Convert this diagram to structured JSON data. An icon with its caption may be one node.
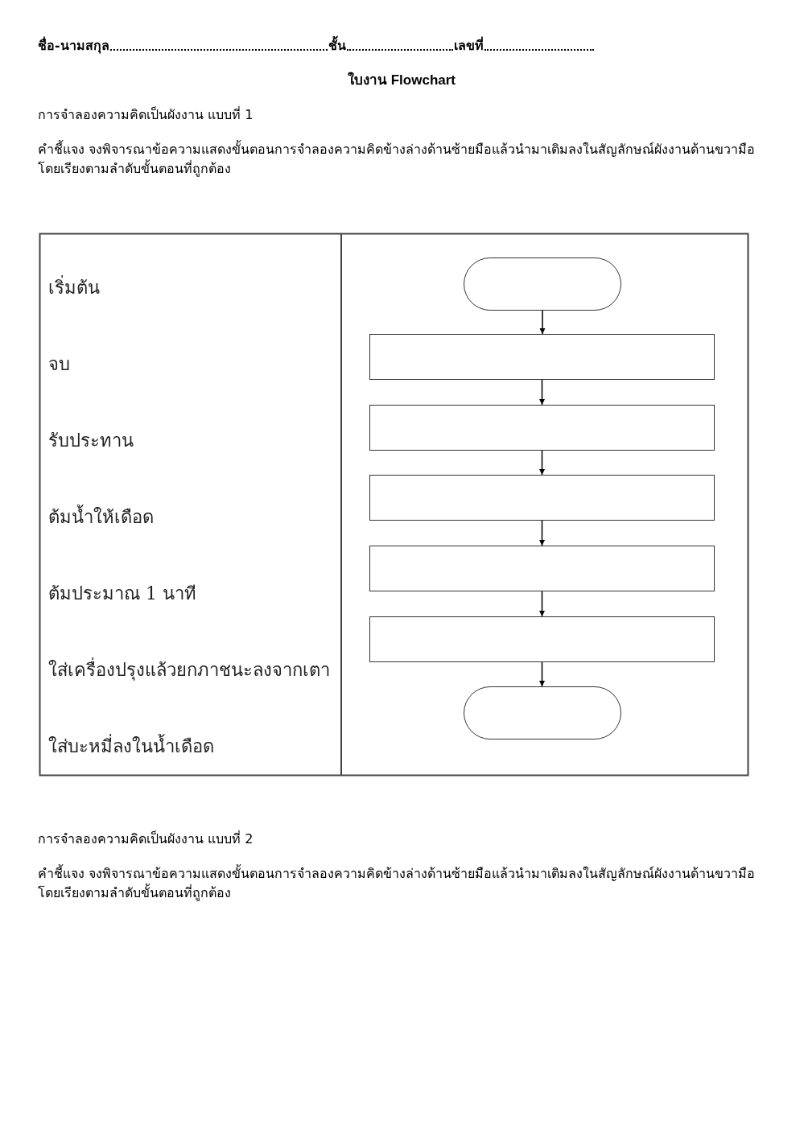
{
  "diagram": {
    "title": "ใบงาน Flowchart",
    "nodes": [
      {
        "text": [],
        "shape": "oval"
      },
      {
        "text": [],
        "shape": "box"
      },
      {
        "text": [],
        "shape": "box"
      },
      {
        "text": [],
        "shape": "box"
      },
      {
        "text": [],
        "shape": "box"
      },
      {
        "text": [],
        "shape": "box"
      },
      {
        "text": [],
        "shape": "oval"
      }
    ],
    "edges": [
      {
        "from": 0,
        "to": 1,
        "arrow": "to"
      },
      {
        "from": 1,
        "to": 2,
        "arrow": "to"
      },
      {
        "from": 2,
        "to": 3,
        "arrow": "to"
      },
      {
        "from": 3,
        "to": 4,
        "arrow": "to"
      },
      {
        "from": 4,
        "to": 5,
        "arrow": "to"
      },
      {
        "from": 5,
        "to": 6,
        "arrow": "to"
      }
    ],
    "labels": [
      "ชื่อ-นามสกุล",
      "ชั้น",
      "เลขที่",
      "การจำลองความคิดเป็นผังงาน แบบที่ 1",
      "คำชี้แจง จงพิจารณาข้อความแสดงขั้นตอนการจำลองความคิดข้างล่างด้านซ้ายมือแล้วนำมาเติมลงในสัญลักษณ์ผังงานด้านขวามือ โดยเรียงตามลำดับขั้นตอนที่ถูกต้อง",
      "เริ่มต้น",
      "จบ",
      "รับประทาน",
      "ต้มน้ำให้เดือด",
      "ต้มประมาณ 1 นาที",
      "ใส่เครื่องปรุงแล้วยกภาชนะลงจากเตา",
      "ใส่บะหมี่ลงในน้ำเดือด",
      "การจำลองความคิดเป็นผังงาน แบบที่ 2",
      "คำชี้แจง จงพิจารณาข้อความแสดงขั้นตอนการจำลองความคิดข้างล่างด้านซ้ายมือแล้วนำมาเติมลงในสัญลักษณ์ผังงานด้านขวามือ โดยเรียงตามลำดับขั้นตอนที่ถูกต้อง"
    ]
  }
}
